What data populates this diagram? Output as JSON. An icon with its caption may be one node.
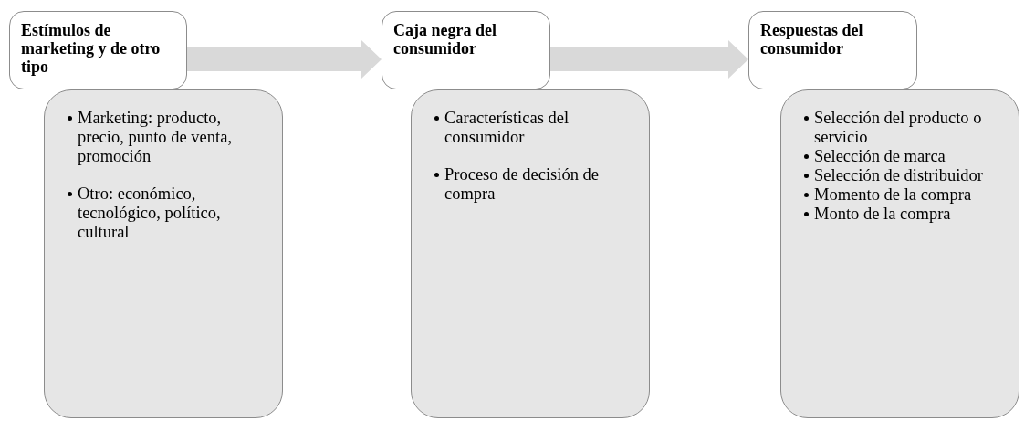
{
  "diagram": {
    "nodes": [
      {
        "text": [
          "Estímulos de marketing y de otro tipo"
        ]
      },
      {
        "text": [
          "Marketing: producto, precio, punto de venta, promoción",
          "Otro: económico, tecnológico, político, cultural"
        ]
      },
      {
        "text": [
          "Caja negra del consumidor"
        ]
      },
      {
        "text": [
          "Características del consumidor",
          "Proceso de decisión de compra"
        ]
      },
      {
        "text": [
          "Respuestas del consumidor"
        ]
      },
      {
        "text": [
          "Selección del producto o servicio",
          "Selección de marca",
          "Selección de distribuidor",
          "Momento de la compra",
          "Monto de la compra"
        ]
      }
    ],
    "edges": [
      {
        "from": 0,
        "to": 2,
        "arrow": "to"
      },
      {
        "from": 2,
        "to": 4,
        "arrow": "to"
      }
    ]
  }
}
